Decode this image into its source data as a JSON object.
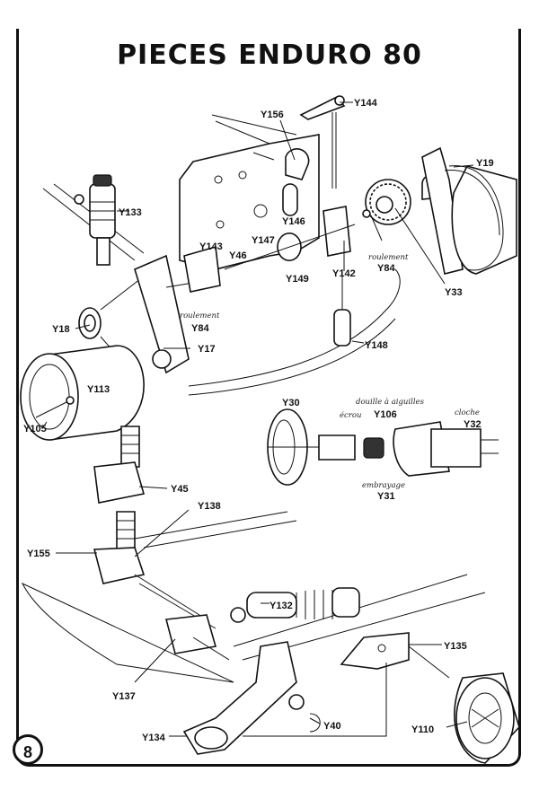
{
  "title": "PIECES ENDURO 80",
  "page_number": "8",
  "labels": {
    "Y144": "Y144",
    "Y156": "Y156",
    "Y19": "Y19",
    "Y133": "Y133",
    "Y146": "Y146",
    "Y143": "Y143",
    "Y147": "Y147",
    "Y46": "Y46",
    "Y149": "Y149",
    "Y142": "Y142",
    "Y84a": "Y84",
    "Y33": "Y33",
    "Y84b": "Y84",
    "Y18": "Y18",
    "Y17": "Y17",
    "Y148": "Y148",
    "Y113": "Y113",
    "Y105": "Y105",
    "Y30": "Y30",
    "Y106": "Y106",
    "Y32": "Y32",
    "Y31": "Y31",
    "Y45": "Y45",
    "Y138": "Y138",
    "Y155": "Y155",
    "Y132": "Y132",
    "Y135": "Y135",
    "Y137": "Y137",
    "Y40": "Y40",
    "Y134": "Y134",
    "Y110": "Y110"
  },
  "annotations": {
    "roulement_top": "roulement",
    "roulement_left": "roulement",
    "douille": "douille à aiguilles",
    "ecrou": "écrou",
    "cloche": "cloche",
    "embrayage": "embrayage"
  }
}
